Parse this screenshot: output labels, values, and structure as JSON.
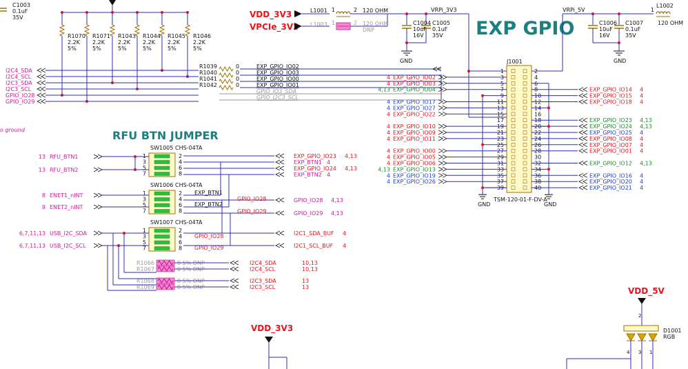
{
  "titles": {
    "exp_gpio": "EXP GPIO",
    "rfu_btn_jumper": "RFU BTN JUMPER"
  },
  "power": {
    "vdd_3v3": "VDD_3V3",
    "vpcie_3v3": "VPCIe_3V3",
    "vrpi_3v3": "VRPi_3V3",
    "vrpi_5v": "VRPi_5V",
    "vdd_5v": "VDD_5V",
    "gnd": "GND",
    "vdd_3v3_bottom": "VDD_3V3"
  },
  "inductors": {
    "l1001": {
      "ref": "L1001",
      "value": "120 OHM",
      "pin1": "1",
      "pin2": "2"
    },
    "l1003": {
      "ref": "L1003",
      "value": "120 OHM",
      "dnp": "DNP",
      "pin1": "1",
      "pin2": "2"
    },
    "l1002": {
      "ref": "L1002",
      "value": "120 OHM",
      "pin1": "1"
    }
  },
  "capacitors": {
    "c1003": {
      "ref": "C1003",
      "value": "0.1uF",
      "volt": "35V"
    },
    "c1004": {
      "ref": "C1004",
      "value": "10uF",
      "volt": "16V"
    },
    "c1005": {
      "ref": "C1005",
      "value": "0.1uF",
      "volt": "35V"
    },
    "c1006": {
      "ref": "C1006",
      "value": "10uF",
      "volt": "16V"
    },
    "c1007": {
      "ref": "C1007",
      "value": "0.1uF",
      "volt": "35V"
    }
  },
  "resistors_top": [
    {
      "ref": "R1070",
      "value": "2.2K",
      "tol": "5%"
    },
    {
      "ref": "R1071",
      "value": "2.2K",
      "tol": "5%"
    },
    {
      "ref": "R1043",
      "value": "2.2K",
      "tol": "5%"
    },
    {
      "ref": "R1044",
      "value": "2.2K",
      "tol": "5%"
    },
    {
      "ref": "R1045",
      "value": "2.2K",
      "tol": "5%"
    },
    {
      "ref": "R1046",
      "value": "2.2K",
      "tol": "5%"
    }
  ],
  "left_nets": [
    "I2C4_SDA",
    "I2C4_SCL",
    "I2C3_SDA",
    "I2C3_SCL",
    "GPIO_IO28",
    "GPIO_IO29"
  ],
  "series_res": [
    {
      "ref": "R1039",
      "value": "0",
      "net": "EXP_GPIO_IO02"
    },
    {
      "ref": "R1040",
      "value": "0",
      "net": "EXP_GPIO_IO03"
    },
    {
      "ref": "R1041",
      "value": "0",
      "net": "EXP_GPIO_IO00"
    },
    {
      "ref": "R1042",
      "value": "0",
      "net": "EXP_GPIO_IO01"
    }
  ],
  "dnp_nets": [
    "GPIO_IO3_SDA",
    "GPIO_I2C3_SCL"
  ],
  "ground_fragment": "o ground",
  "header": {
    "ref": "J1001",
    "part": "TSM-120-01-F-DV-A",
    "pins_left": [
      "1",
      "3",
      "5",
      "7",
      "9",
      "11",
      "13",
      "15",
      "17",
      "19",
      "21",
      "23",
      "25",
      "27",
      "29",
      "31",
      "33",
      "35",
      "37",
      "39"
    ],
    "pins_right": [
      "2",
      "4",
      "6",
      "8",
      "10",
      "12",
      "14",
      "16",
      "18",
      "20",
      "22",
      "24",
      "26",
      "28",
      "30",
      "32",
      "34",
      "36",
      "38",
      "40"
    ]
  },
  "header_left_nets": [
    {
      "page": "4",
      "net": "EXP_GPIO_IO02",
      "color": "#e8141c"
    },
    {
      "page": "4",
      "net": "EXP_GPIO_IO03",
      "color": "#e8141c"
    },
    {
      "page": "4,13",
      "net": "EXP_GPIO_IO04",
      "color": "#1e8a2e"
    },
    {
      "page": "4",
      "net": "EXP_GPIO_IO17",
      "color": "#1e3ed8"
    },
    {
      "page": "4",
      "net": "EXP_GPIO_IO27",
      "color": "#1e3ed8"
    },
    {
      "page": "4",
      "net": "EXP_GPIO_IO22",
      "color": "#e8141c"
    },
    {
      "page": "4",
      "net": "EXP_GPIO_IO10",
      "color": "#e8141c"
    },
    {
      "page": "4",
      "net": "EXP_GPIO_IO09",
      "color": "#e8141c"
    },
    {
      "page": "4",
      "net": "EXP_GPIO_IO11",
      "color": "#e8141c"
    },
    {
      "page": "4",
      "net": "EXP_GPIO_IO00",
      "color": "#e8141c"
    },
    {
      "page": "4",
      "net": "EXP_GPIO_IO05",
      "color": "#e8141c"
    },
    {
      "page": "4",
      "net": "EXP_GPIO_IO06",
      "color": "#e8141c"
    },
    {
      "page": "4,13",
      "net": "EXP_GPIO_IO13",
      "color": "#1e8a2e"
    },
    {
      "page": "4",
      "net": "EXP_GPIO_IO19",
      "color": "#1e3ed8"
    },
    {
      "page": "4",
      "net": "EXP_GPIO_IO26",
      "color": "#1e3ed8"
    }
  ],
  "header_right_nets": [
    {
      "page": "4",
      "net": "EXP_GPIO_IO14",
      "color": "#e8141c"
    },
    {
      "page": "4",
      "net": "EXP_GPIO_IO15",
      "color": "#e8141c"
    },
    {
      "page": "4",
      "net": "EXP_GPIO_IO18",
      "color": "#e8141c"
    },
    {
      "page": "4,13",
      "net": "EXP_GPIO_IO23",
      "color": "#1e8a2e"
    },
    {
      "page": "4,13",
      "net": "EXP_GPIO_IO24",
      "color": "#1e8a2e"
    },
    {
      "page": "4",
      "net": "EXP_GPIO_IO25",
      "color": "#1e3ed8"
    },
    {
      "page": "4",
      "net": "EXP_GPIO_IO08",
      "color": "#e8141c"
    },
    {
      "page": "4",
      "net": "EXP_GPIO_IO07",
      "color": "#e8141c"
    },
    {
      "page": "4",
      "net": "EXP_GPIO_IO01",
      "color": "#e8141c"
    },
    {
      "page": "4,13",
      "net": "EXP_GPIO_IO12",
      "color": "#1e8a2e"
    },
    {
      "page": "4",
      "net": "EXP_GPIO_IO16",
      "color": "#1e3ed8"
    },
    {
      "page": "4",
      "net": "EXP_GPIO_IO20",
      "color": "#1e3ed8"
    },
    {
      "page": "4",
      "net": "EXP_GPIO_IO21",
      "color": "#1e3ed8"
    }
  ],
  "switches": {
    "sw1005": {
      "ref": "SW1005",
      "part": "CHS-04TA"
    },
    "sw1006": {
      "ref": "SW1006",
      "part": "CHS-04TA"
    },
    "sw1007": {
      "ref": "SW1007",
      "part": "CHS-04TA"
    }
  },
  "sw_pins": {
    "p1": "1",
    "p2": "2",
    "p3": "3",
    "p4": "4",
    "p5": "5",
    "p6": "6",
    "p7": "7",
    "p8": "8"
  },
  "rfu_left": [
    {
      "page": "13",
      "net": "RFU_BTN1"
    },
    {
      "page": "13",
      "net": "RFU_BTN2"
    },
    {
      "page": "8",
      "net": "ENET1_nINT"
    },
    {
      "page": "9",
      "net": "ENET2_nINT"
    },
    {
      "page": "6,7,11,13",
      "net": "USB_I2C_SDA"
    },
    {
      "page": "6,7,11,13",
      "net": "USB_I2C_SCL"
    }
  ],
  "rfu_right": [
    {
      "net": "EXP_GPIO_IO23",
      "page": "4,13"
    },
    {
      "net": "EXP_BTN1",
      "page": "4"
    },
    {
      "net": "EXP_GPIO_IO24",
      "page": "4,13"
    },
    {
      "net": "EXP_BTN2",
      "page": "4"
    },
    {
      "net": "GPIO_IO28",
      "page": "4,13"
    },
    {
      "net": "GPIO_IO29",
      "page": "4,13"
    },
    {
      "net": "I2C1_SDA_BUF",
      "page": "4"
    },
    {
      "net": "I2C1_SCL_BUF",
      "page": "4"
    }
  ],
  "inner_labels": {
    "exp_btn1": "EXP_BTN1",
    "exp_btn2": "EXP_BTN2",
    "gpio_io28_a": "GPIO_IO28",
    "gpio_io29_a": "GPIO_IO29",
    "gpio_io28_b": "GPIO_IO28",
    "gpio_io29_b": "GPIO_IO29"
  },
  "dnp_res": [
    {
      "ref": "R1066",
      "spec": "0_5%_DNP",
      "net": "I2C4_SDA",
      "page": "10,13"
    },
    {
      "ref": "R1067",
      "spec": "0_5%_DNP",
      "net": "I2C4_SCL",
      "page": "10,13"
    },
    {
      "ref": "R1068",
      "spec": "0_5%_DNP",
      "net": "I2C3_SDA",
      "page": "13"
    },
    {
      "ref": "R1069",
      "spec": "0_5%_DNP",
      "net": "I2C3_SCL",
      "page": "13"
    }
  ],
  "led": {
    "ref": "D1001",
    "type": "RGB",
    "pin2": "2",
    "pin4": "4",
    "pin3": "3",
    "pin1": "1"
  },
  "colors": {
    "net_red": "#e8141c",
    "net_blue": "#1e3ed8",
    "net_green": "#1e8a2e",
    "offpage": "#d6169e",
    "wire": "#2d2ab8",
    "title": "#1c7f82",
    "dnp": "#9a9a9a"
  }
}
